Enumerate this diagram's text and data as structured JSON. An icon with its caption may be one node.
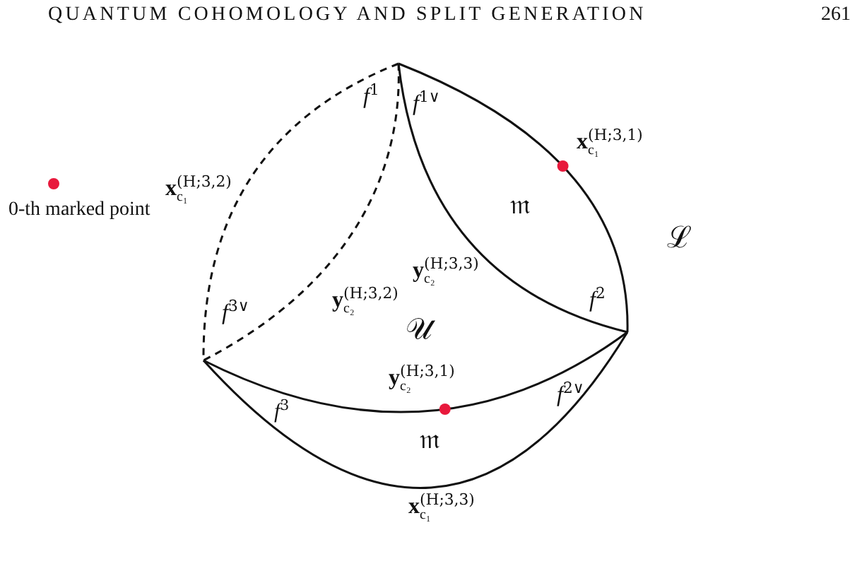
{
  "diagram": {
    "labels": [
      "QUANTUM COHOMOLOGY AND SPLIT GENERATION",
      "261",
      "*f*$^{1}$",
      "*f*$^{1∨}$",
      "**x**$_{c₁}$$^{(H;3,1)}$",
      "**x**$_{c₁}$$^{(H;3,2)}$",
      "0-th marked point",
      "𝔪",
      "ℒ",
      "**y**$_{c₂}$$^{(H;3,3)}$",
      "*f*$^{2}$",
      "*f*$^{3∨}$",
      "**y**$_{c₂}$$^{(H;3,2)}$",
      "𝒰",
      "**y**$_{c₂}$$^{(H;3,1)}$",
      "*f*$^{3}$",
      "*f*$^{2∨}$",
      "𝔪",
      "**x**$_{c₁}$$^{(H;3,3)}$"
    ]
  }
}
